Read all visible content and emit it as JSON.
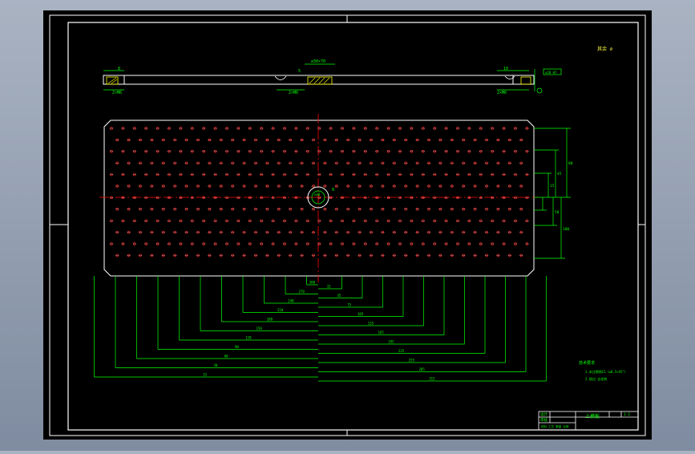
{
  "drawing": {
    "scale_note": "其余 ⌀",
    "section_marks": [
      "A",
      "A"
    ],
    "top_view_dims": {
      "left_small": "8",
      "left_bottom": "2×M6",
      "center_top": "⌀30×70",
      "center_side": "5",
      "center_bottom": "2×M6",
      "right_small": "10",
      "right_bottom": "2×M6",
      "right_box": "⌀28 H7"
    },
    "center_hole_label": "⌀30",
    "center_hole_side": "8",
    "right_dims": [
      "80",
      "45",
      "15",
      "50",
      "100"
    ],
    "bottom_dims_left": [
      "15",
      "30",
      "60",
      "90",
      "120",
      "150",
      "180",
      "210",
      "240",
      "270",
      "300"
    ],
    "bottom_dims_right": [
      "15",
      "45",
      "75",
      "105",
      "135",
      "165",
      "195",
      "225",
      "255",
      "285",
      "315"
    ],
    "notes": {
      "title": "技术要求",
      "lines": [
        "1.未注倒角C1（≤0.5×45°）",
        "2.锐边 去毛刺"
      ]
    },
    "title_block": {
      "part_name": "上模板",
      "scale": "1:1",
      "label_a": "设计",
      "label_b": "审核",
      "label_c": "材料 工艺 数量 比例"
    }
  },
  "colors": {
    "background": "#000000",
    "frame": "#ffffff",
    "dimension": "#00ff00",
    "centerline": "#ff0000",
    "hole": "#ff2020",
    "outline": "#ffffff"
  }
}
